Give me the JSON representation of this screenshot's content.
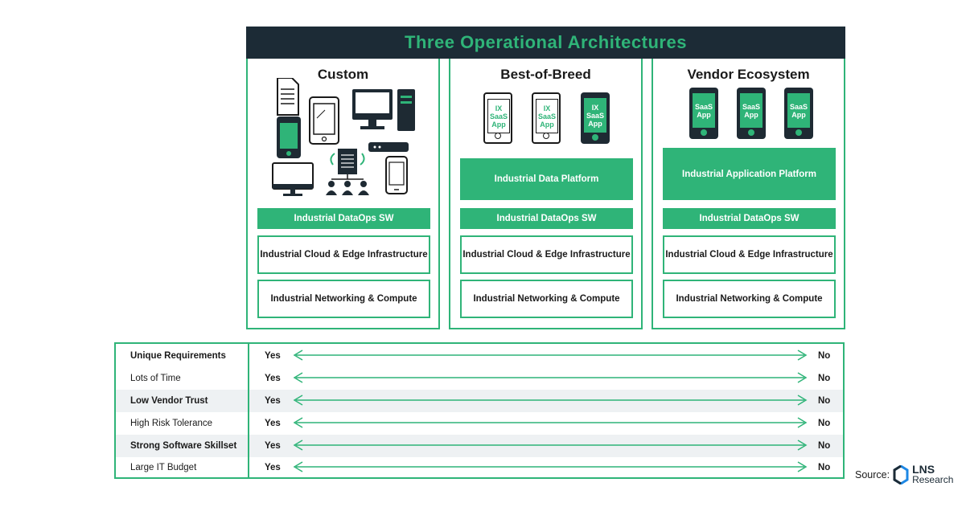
{
  "title": "Three Operational Architectures",
  "columns": [
    {
      "name": "Custom",
      "layers": [
        "Industrial DataOps SW",
        "Industrial Cloud & Edge Infrastructure",
        "Industrial Networking & Compute"
      ]
    },
    {
      "name": "Best-of-Breed",
      "apps": [
        {
          "text": "IX\nSaaS\nApp",
          "style": "light"
        },
        {
          "text": "IX\nSaaS\nApp",
          "style": "light"
        },
        {
          "text": "IX\nSaaS\nApp",
          "style": "dark"
        }
      ],
      "platform": "Industrial Data Platform",
      "layers": [
        "Industrial DataOps SW",
        "Industrial Cloud & Edge Infrastructure",
        "Industrial Networking & Compute"
      ]
    },
    {
      "name": "Vendor Ecosystem",
      "apps": [
        {
          "text": "SaaS\nApp",
          "style": "dark"
        },
        {
          "text": "SaaS\nApp",
          "style": "dark"
        },
        {
          "text": "SaaS\nApp",
          "style": "dark"
        }
      ],
      "platform": "Industrial Application Platform",
      "layers": [
        "Industrial DataOps SW",
        "Industrial Cloud & Edge Infrastructure",
        "Industrial Networking & Compute"
      ]
    }
  ],
  "table": {
    "rows": [
      {
        "label": "Unique Requirements",
        "left": "Yes",
        "right": "No",
        "bold": true
      },
      {
        "label": "Lots of Time",
        "left": "Yes",
        "right": "No",
        "bold": false
      },
      {
        "label": "Low Vendor Trust",
        "left": "Yes",
        "right": "No",
        "bold": true
      },
      {
        "label": "High Risk Tolerance",
        "left": "Yes",
        "right": "No",
        "bold": false
      },
      {
        "label": "Strong Software Skillset",
        "left": "Yes",
        "right": "No",
        "bold": true
      },
      {
        "label": "Large IT Budget",
        "left": "Yes",
        "right": "No",
        "bold": false
      }
    ]
  },
  "source": {
    "label": "Source:",
    "brand_line1": "LNS",
    "brand_line2": "Research"
  },
  "colors": {
    "accent": "#2fb478",
    "dark": "#1c2b36"
  }
}
